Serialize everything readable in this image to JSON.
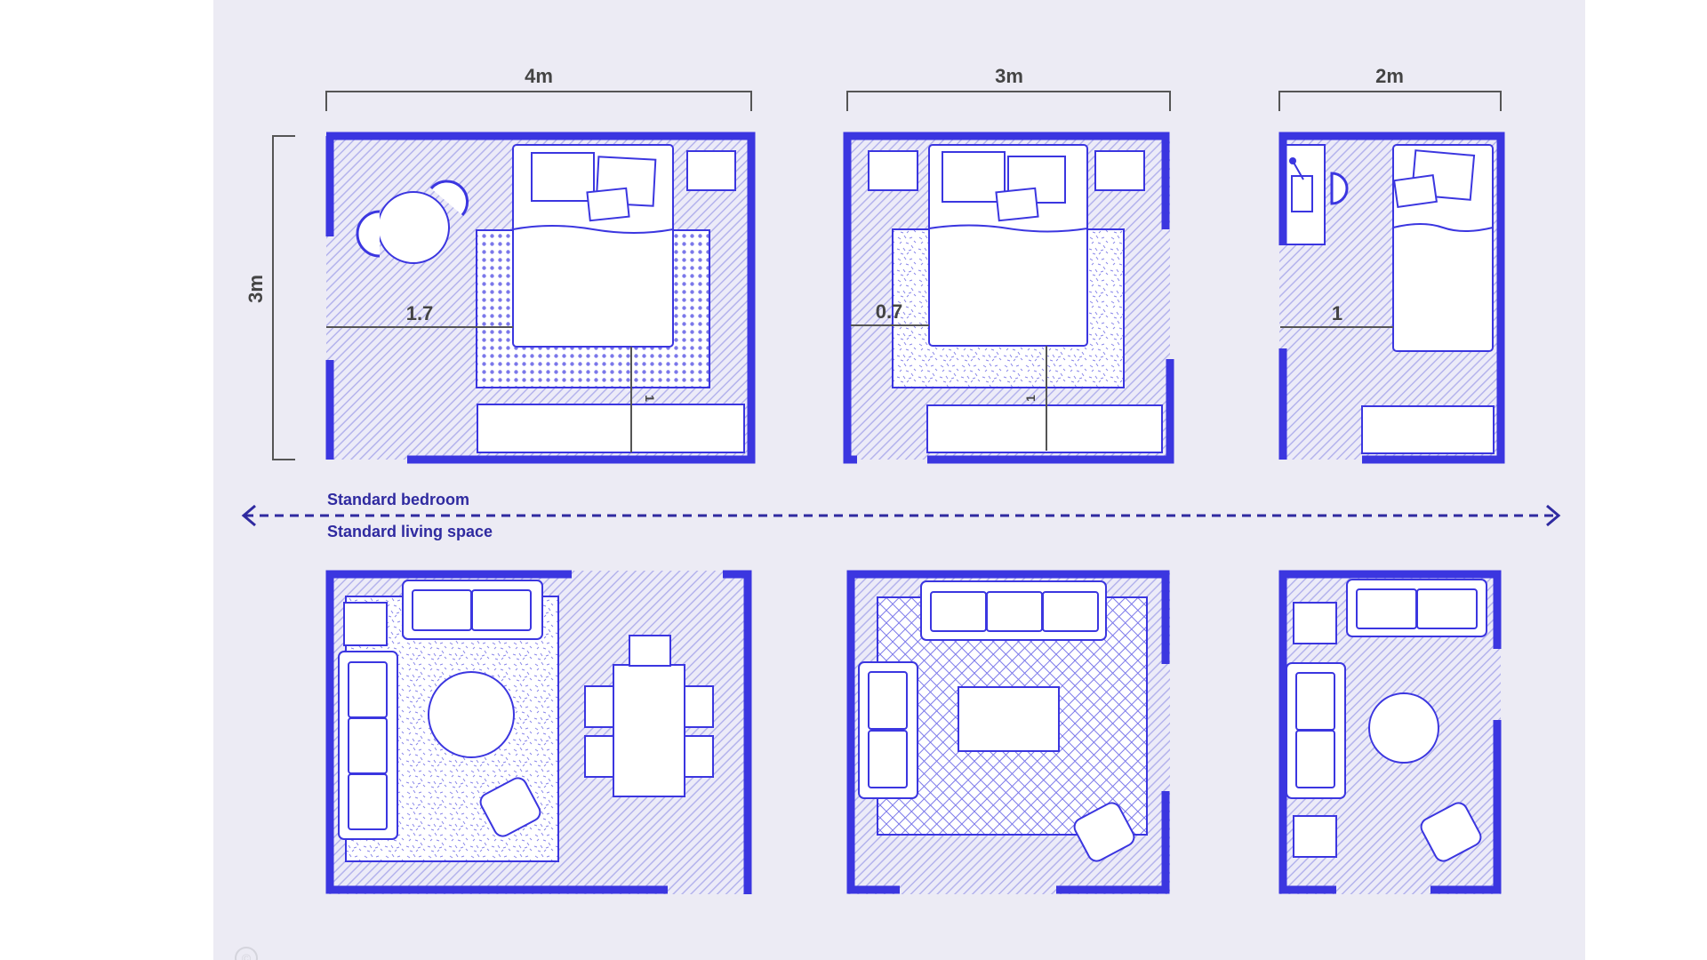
{
  "diagram": {
    "colors": {
      "background": "#ecebf4",
      "wall": "#3b36e0",
      "line": "#3b36e0",
      "hatch": "#b9b8ee",
      "dimension": "#555555",
      "label": "#2f2aa0"
    },
    "dimensions": {
      "width_room1": "4m",
      "width_room2": "3m",
      "width_room3": "2m",
      "height": "3m"
    },
    "clearances": {
      "room1": "1.7",
      "room2": "0.7",
      "room3": "1",
      "room1_bed_foot": "1",
      "room2_bed_foot": "1"
    },
    "labels": {
      "top_row": "Standard bedroom",
      "bottom_row": "Standard living space"
    },
    "copyright_symbol": "©",
    "rows": [
      {
        "name": "Standard bedroom",
        "rooms": [
          {
            "width": "4m",
            "items": [
              "double-bed",
              "pillows",
              "nightstand",
              "round-table",
              "two-chairs",
              "dotted-rug",
              "wardrobe"
            ]
          },
          {
            "width": "3m",
            "items": [
              "double-bed",
              "pillows",
              "two-nightstands",
              "speckled-rug",
              "wardrobe"
            ]
          },
          {
            "width": "2m",
            "items": [
              "single-bed",
              "pillows",
              "desk",
              "desk-lamp",
              "chair",
              "wardrobe"
            ]
          }
        ]
      },
      {
        "name": "Standard living space",
        "rooms": [
          {
            "width": "4m",
            "items": [
              "two-seat-sofa",
              "three-seat-sofa",
              "side-table",
              "round-coffee-table",
              "armchair",
              "speckled-rug",
              "dining-table",
              "five-dining-chairs"
            ]
          },
          {
            "width": "3m",
            "items": [
              "three-seat-sofa",
              "two-seat-sofa",
              "rectangular-coffee-table",
              "armchair",
              "crosshatch-rug"
            ]
          },
          {
            "width": "2m",
            "items": [
              "two-seat-sofa",
              "two-seat-sofa-side",
              "two-side-tables",
              "round-coffee-table",
              "armchair"
            ]
          }
        ]
      }
    ]
  }
}
